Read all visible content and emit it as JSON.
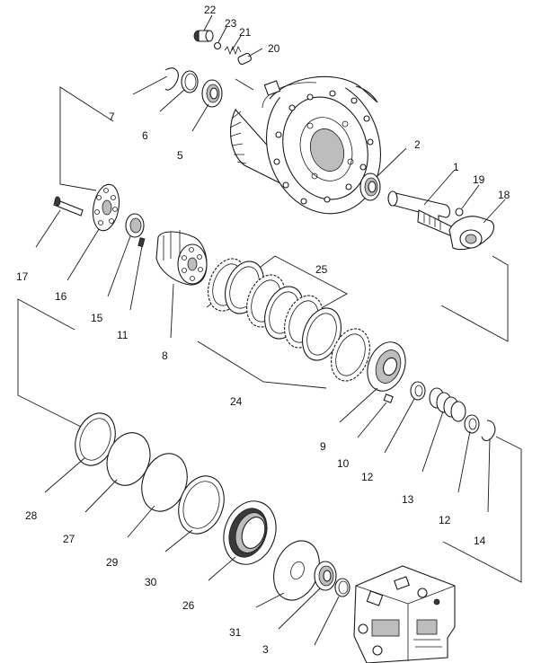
{
  "callouts": [
    {
      "id": "c1",
      "text": "1"
    },
    {
      "id": "c2",
      "text": "2"
    },
    {
      "id": "c3",
      "text": "3"
    },
    {
      "id": "c5",
      "text": "5"
    },
    {
      "id": "c6",
      "text": "6"
    },
    {
      "id": "c7",
      "text": "7"
    },
    {
      "id": "c8",
      "text": "8"
    },
    {
      "id": "c9",
      "text": "9"
    },
    {
      "id": "c10",
      "text": "10"
    },
    {
      "id": "c11",
      "text": "11"
    },
    {
      "id": "c12a",
      "text": "12"
    },
    {
      "id": "c12b",
      "text": "12"
    },
    {
      "id": "c13",
      "text": "13"
    },
    {
      "id": "c14",
      "text": "14"
    },
    {
      "id": "c15",
      "text": "15"
    },
    {
      "id": "c16",
      "text": "16"
    },
    {
      "id": "c17",
      "text": "17"
    },
    {
      "id": "c18",
      "text": "18"
    },
    {
      "id": "c19",
      "text": "19"
    },
    {
      "id": "c20",
      "text": "20"
    },
    {
      "id": "c21",
      "text": "21"
    },
    {
      "id": "c22",
      "text": "22"
    },
    {
      "id": "c23",
      "text": "23"
    },
    {
      "id": "c24",
      "text": "24"
    },
    {
      "id": "c25",
      "text": "25"
    },
    {
      "id": "c26",
      "text": "26"
    },
    {
      "id": "c27",
      "text": "27"
    },
    {
      "id": "c28",
      "text": "28"
    },
    {
      "id": "c29",
      "text": "29"
    },
    {
      "id": "c30",
      "text": "30"
    },
    {
      "id": "c31",
      "text": "31"
    }
  ]
}
